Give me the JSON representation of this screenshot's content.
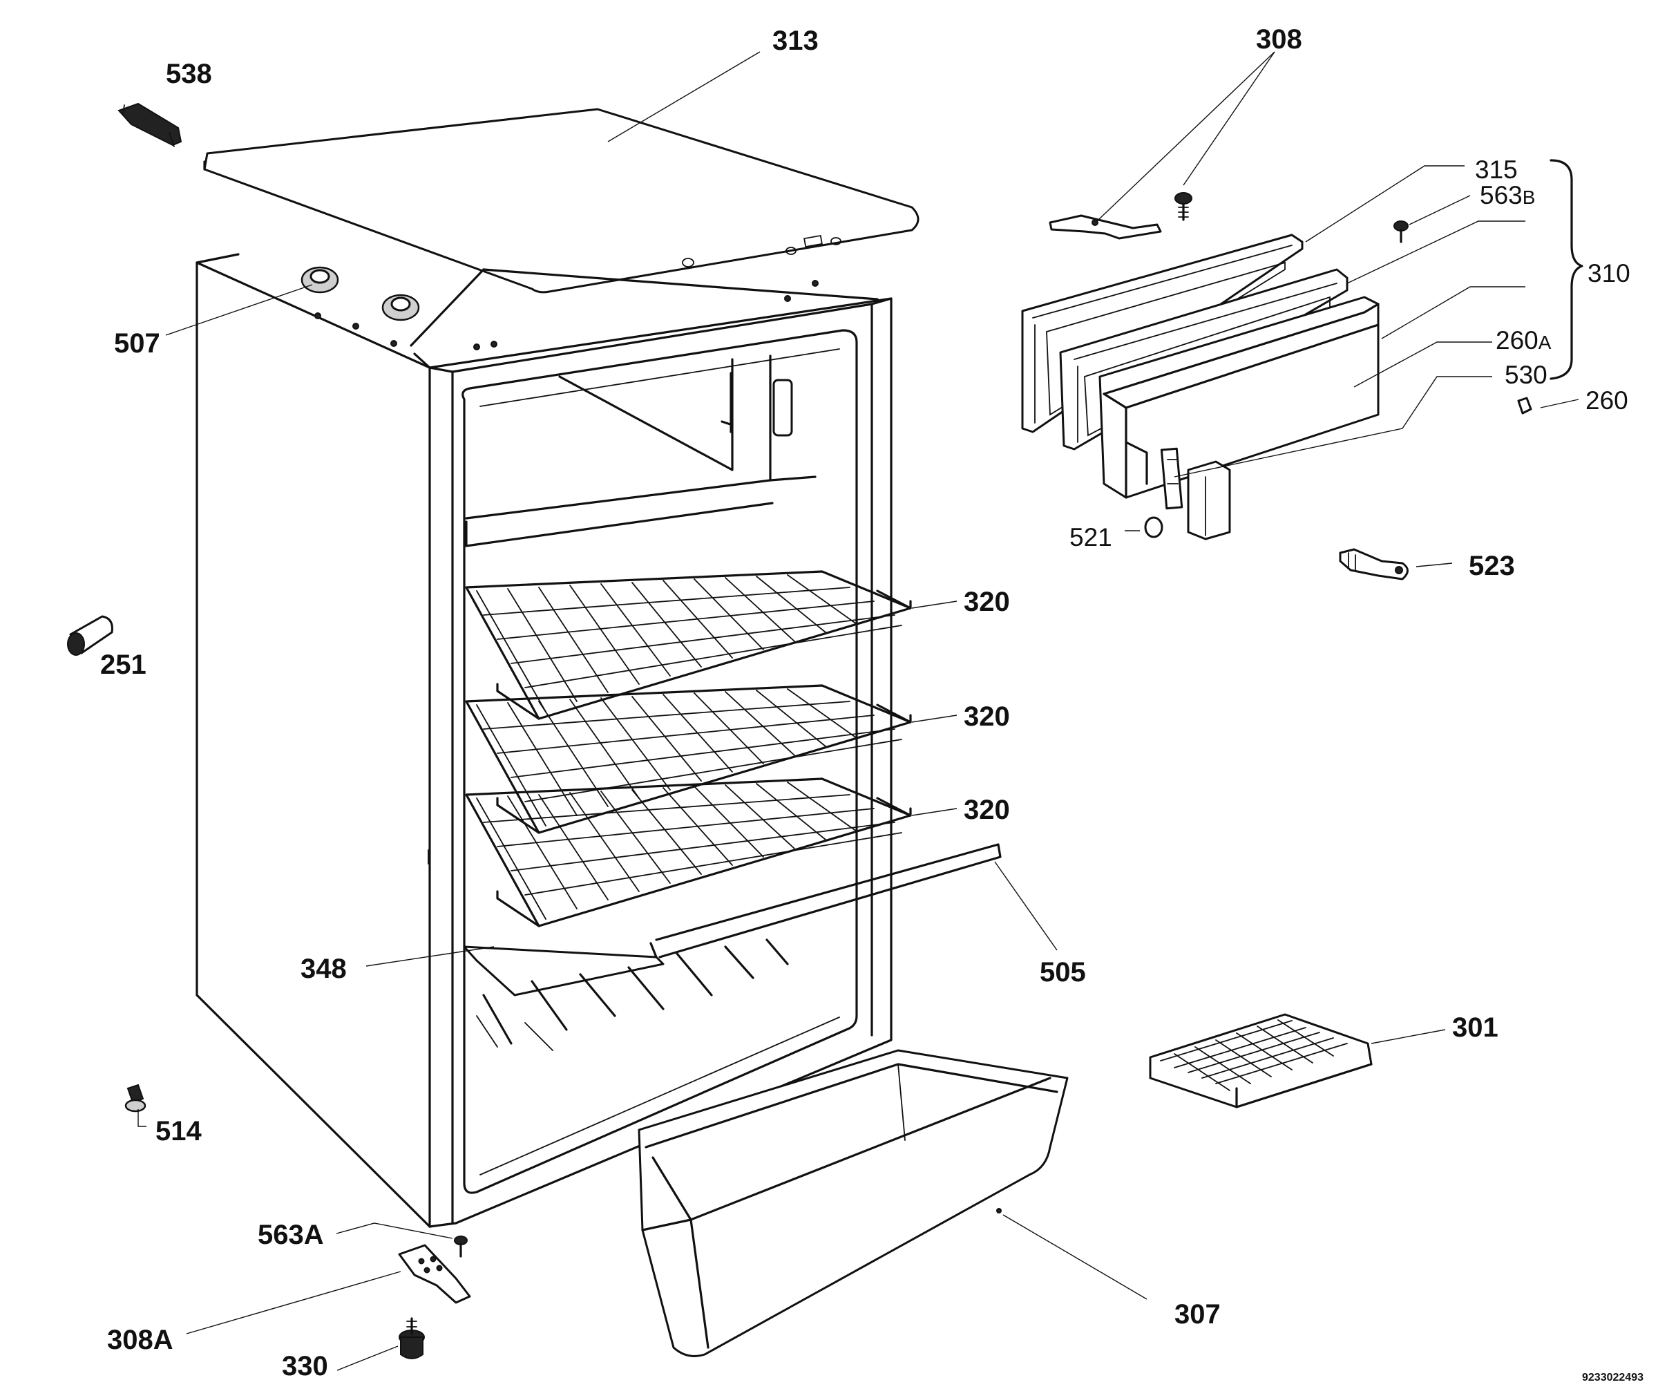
{
  "diagram": {
    "doc_code": "9233022493",
    "parts": [
      {
        "id": "p538",
        "label": "538",
        "name": "hinge-part-538"
      },
      {
        "id": "p313",
        "label": "313",
        "name": "top-cover-313"
      },
      {
        "id": "p308",
        "label": "308",
        "name": "hinge-bracket-308"
      },
      {
        "id": "p315",
        "label": "315",
        "name": "door-gasket-315"
      },
      {
        "id": "p563b",
        "label": "563",
        "suffix": "B",
        "name": "screw-563b"
      },
      {
        "id": "p310",
        "label": "310",
        "name": "door-assembly-310"
      },
      {
        "id": "p260a",
        "label": "260",
        "suffix": "A",
        "name": "door-panel-260a"
      },
      {
        "id": "p530",
        "label": "530",
        "name": "handle-530"
      },
      {
        "id": "p260",
        "label": "260",
        "name": "clip-260"
      },
      {
        "id": "p507",
        "label": "507",
        "name": "foot-507"
      },
      {
        "id": "p521",
        "label": "521",
        "name": "cap-521"
      },
      {
        "id": "p523",
        "label": "523",
        "name": "door-pin-523"
      },
      {
        "id": "p251",
        "label": "251",
        "name": "part-251"
      },
      {
        "id": "p320a",
        "label": "320",
        "name": "wire-shelf-320-upper"
      },
      {
        "id": "p320b",
        "label": "320",
        "name": "wire-shelf-320-middle"
      },
      {
        "id": "p320c",
        "label": "320",
        "name": "wire-shelf-320-lower"
      },
      {
        "id": "p348",
        "label": "348",
        "name": "glass-shelf-348"
      },
      {
        "id": "p505",
        "label": "505",
        "name": "shelf-trim-505"
      },
      {
        "id": "p301",
        "label": "301",
        "name": "ice-tray-301"
      },
      {
        "id": "p514",
        "label": "514",
        "name": "part-514"
      },
      {
        "id": "p563a",
        "label": "563A",
        "name": "screw-563a"
      },
      {
        "id": "p308a",
        "label": "308A",
        "name": "hinge-bracket-308a"
      },
      {
        "id": "p307",
        "label": "307",
        "name": "crisper-drawer-307"
      },
      {
        "id": "p330",
        "label": "330",
        "name": "adjustable-foot-330"
      }
    ]
  }
}
